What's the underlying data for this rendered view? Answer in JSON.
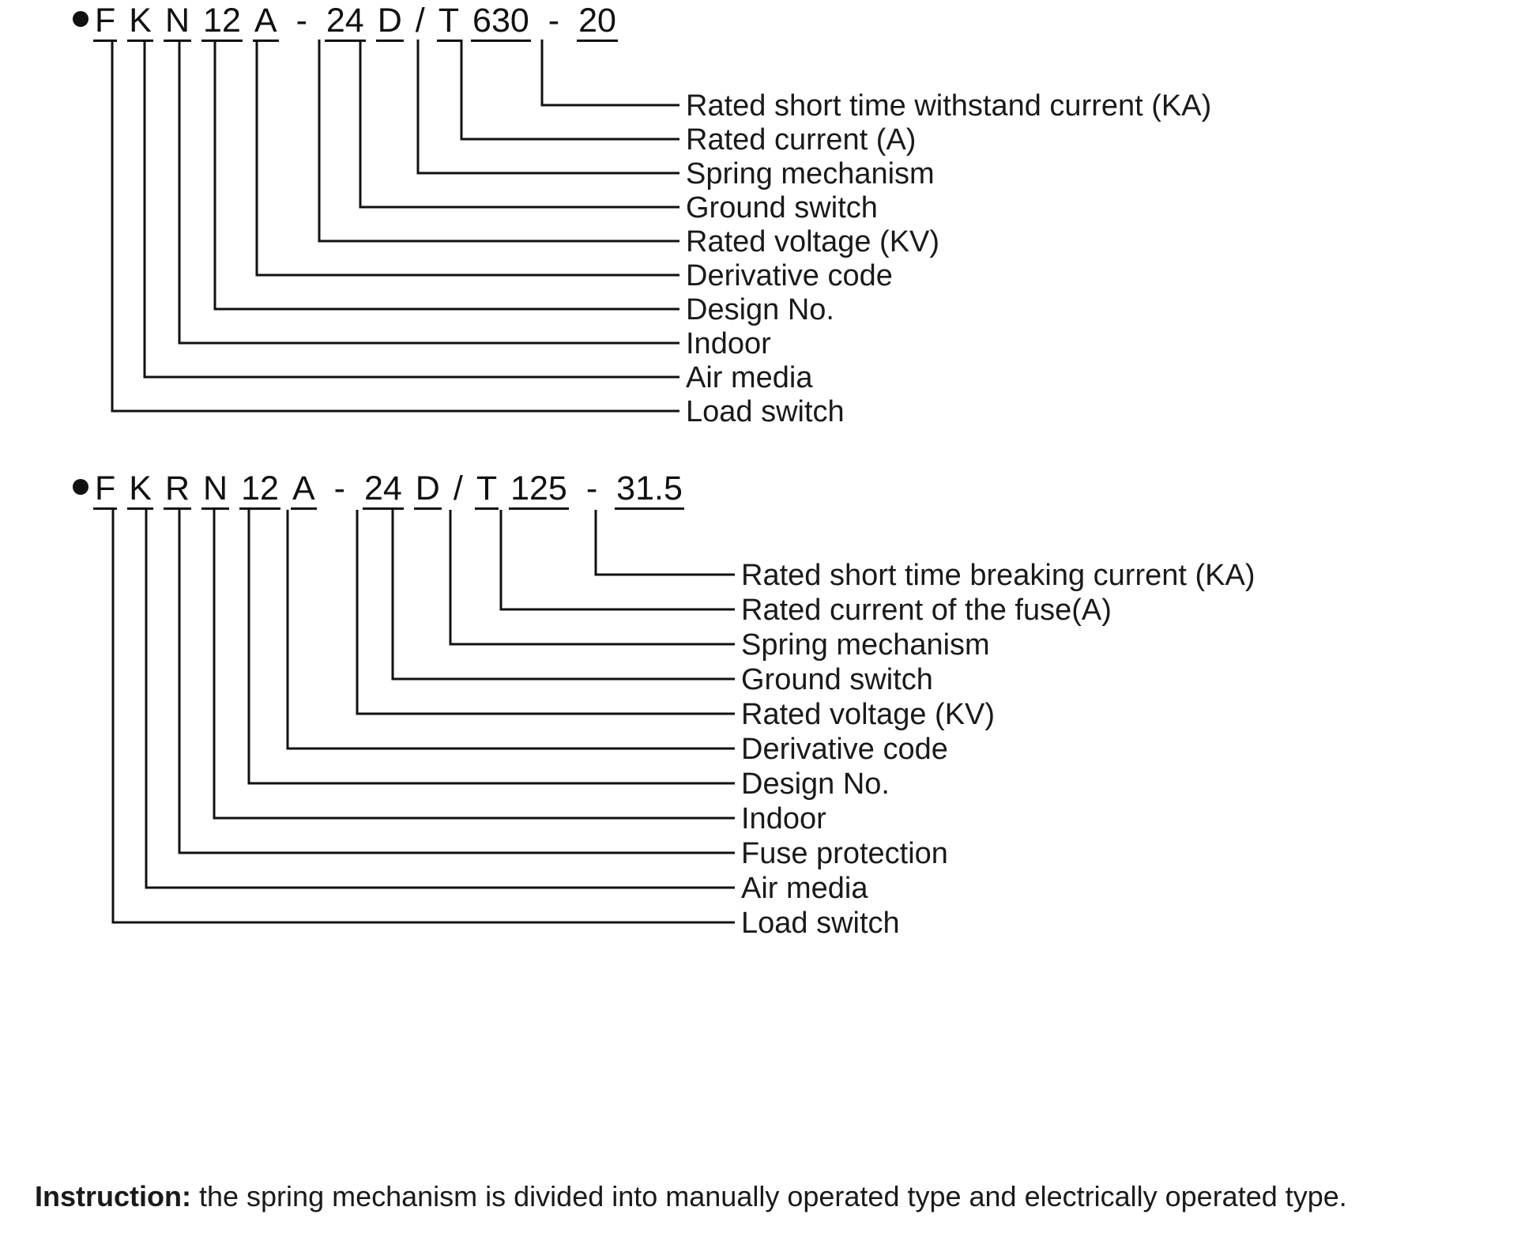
{
  "diagrams": [
    {
      "id": "fkn-12a",
      "bullet": "filled-circle-bullet",
      "code_segments": [
        {
          "text": "F",
          "keyed": true
        },
        {
          "text": "K",
          "keyed": true
        },
        {
          "text": "N",
          "keyed": true
        },
        {
          "text": "12",
          "keyed": true
        },
        {
          "text": "A",
          "keyed": true
        },
        {
          "text": "-",
          "keyed": false
        },
        {
          "text": "24",
          "keyed": true
        },
        {
          "text": "D",
          "keyed": true
        },
        {
          "text": "/",
          "keyed": false
        },
        {
          "text": "T",
          "keyed": true
        },
        {
          "text": "630",
          "keyed": true
        },
        {
          "text": "-",
          "keyed": false
        },
        {
          "text": "20",
          "keyed": true
        }
      ],
      "full_code": "FKN 12 A - 24 D / T 630 - 20",
      "labels": [
        "Rated short time withstand current (KA)",
        "Rated current (A)",
        "Spring mechanism",
        "Ground switch",
        "Rated voltage (KV)",
        "Derivative code",
        "Design No.",
        "Indoor",
        "Air media",
        "Load switch"
      ]
    },
    {
      "id": "fkrn-12a",
      "bullet": "filled-circle-bullet",
      "code_segments": [
        {
          "text": "F",
          "keyed": true
        },
        {
          "text": "K",
          "keyed": true
        },
        {
          "text": "R",
          "keyed": true
        },
        {
          "text": "N",
          "keyed": true
        },
        {
          "text": "12",
          "keyed": true
        },
        {
          "text": "A",
          "keyed": true
        },
        {
          "text": "-",
          "keyed": false
        },
        {
          "text": "24",
          "keyed": true
        },
        {
          "text": "D",
          "keyed": true
        },
        {
          "text": "/",
          "keyed": false
        },
        {
          "text": "T",
          "keyed": true
        },
        {
          "text": "125",
          "keyed": true
        },
        {
          "text": "-",
          "keyed": false
        },
        {
          "text": "31.5",
          "keyed": true
        }
      ],
      "full_code": "FKRN 12 A - 24 D / T 125 - 31.5",
      "labels": [
        "Rated short time breaking current (KA)",
        "Rated current of the fuse(A)",
        "Spring mechanism",
        "Ground switch",
        "Rated voltage (KV)",
        "Derivative code",
        "Design No.",
        "Indoor",
        "Fuse protection",
        "Air media",
        "Load switch"
      ]
    }
  ],
  "note": {
    "prefix": "Instruction:",
    "text": " the spring mechanism is divided into manually operated type and electrically operated type."
  },
  "colors": {
    "ink": "#111111",
    "text": "#1a1a1a",
    "background": "#ffffff"
  }
}
